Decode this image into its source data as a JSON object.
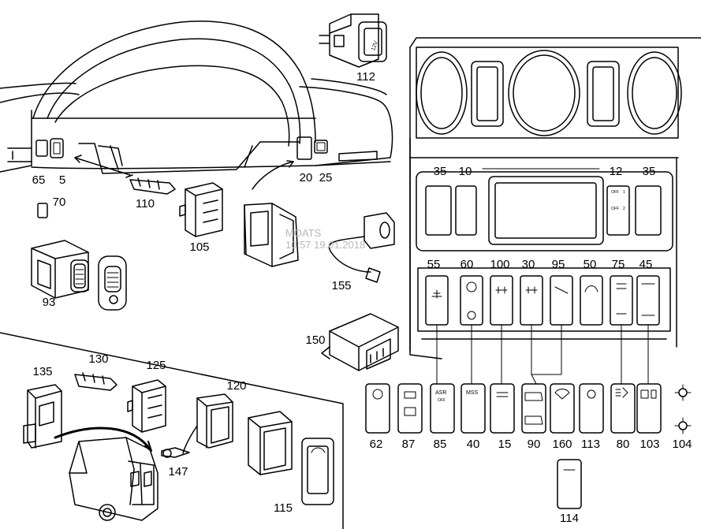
{
  "diagram": {
    "watermark_lines": [
      "MOATS",
      "10:57 19.01.2018"
    ],
    "part_labels": [
      {
        "id": "p112",
        "text": "112"
      },
      {
        "id": "p65",
        "text": "65"
      },
      {
        "id": "p5",
        "text": "5"
      },
      {
        "id": "p70",
        "text": "70"
      },
      {
        "id": "p110",
        "text": "110"
      },
      {
        "id": "p105",
        "text": "105"
      },
      {
        "id": "p20",
        "text": "20"
      },
      {
        "id": "p25",
        "text": "25"
      },
      {
        "id": "p93",
        "text": "93"
      },
      {
        "id": "p155",
        "text": "155"
      },
      {
        "id": "p150",
        "text": "150"
      },
      {
        "id": "p35a",
        "text": "35"
      },
      {
        "id": "p10",
        "text": "10"
      },
      {
        "id": "p12",
        "text": "12"
      },
      {
        "id": "p35b",
        "text": "35"
      },
      {
        "id": "p55",
        "text": "55"
      },
      {
        "id": "p60",
        "text": "60"
      },
      {
        "id": "p100",
        "text": "100"
      },
      {
        "id": "p30",
        "text": "30"
      },
      {
        "id": "p95",
        "text": "95"
      },
      {
        "id": "p50",
        "text": "50"
      },
      {
        "id": "p75",
        "text": "75"
      },
      {
        "id": "p45",
        "text": "45"
      },
      {
        "id": "p135",
        "text": "135"
      },
      {
        "id": "p130",
        "text": "130"
      },
      {
        "id": "p125",
        "text": "125"
      },
      {
        "id": "p120",
        "text": "120"
      },
      {
        "id": "p147",
        "text": "147"
      },
      {
        "id": "p115",
        "text": "115"
      },
      {
        "id": "p62",
        "text": "62"
      },
      {
        "id": "p87",
        "text": "87"
      },
      {
        "id": "p85",
        "text": "85"
      },
      {
        "id": "p40",
        "text": "40"
      },
      {
        "id": "p15",
        "text": "15"
      },
      {
        "id": "p90",
        "text": "90"
      },
      {
        "id": "p160",
        "text": "160"
      },
      {
        "id": "p113",
        "text": "113"
      },
      {
        "id": "p80",
        "text": "80"
      },
      {
        "id": "p103",
        "text": "103"
      },
      {
        "id": "p104",
        "text": "104"
      },
      {
        "id": "p114",
        "text": "114"
      }
    ],
    "switch_texts": {
      "socket_12v": "12V",
      "asr": "ASR",
      "asr_off": "OFF",
      "mss": "MSS",
      "off_a": "OFF",
      "off_b": "OFF",
      "digit_1": "1",
      "digit_2": "2"
    }
  }
}
